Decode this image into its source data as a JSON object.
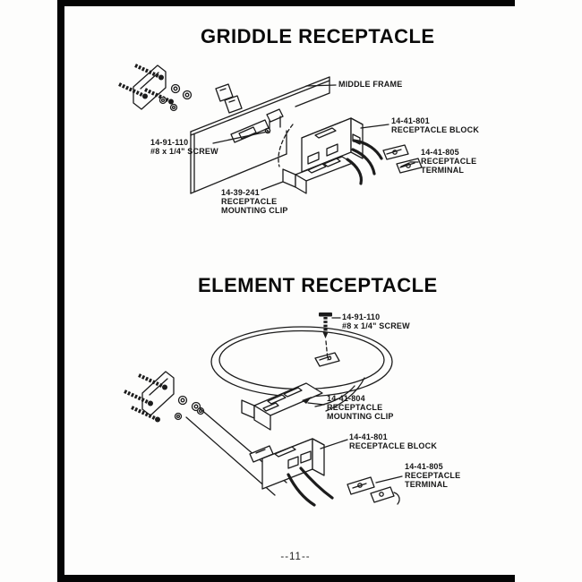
{
  "page": {
    "number": "--11--"
  },
  "colors": {
    "ink": "#1c1c1c",
    "paper": "#fdfdfc",
    "frame": "#050505"
  },
  "sections": [
    {
      "id": "griddle",
      "title": "GRIDDLE RECEPTACLE",
      "labels": [
        {
          "name": "middle-frame",
          "text": "MIDDLE FRAME"
        },
        {
          "name": "screw",
          "text": "14-91-110\n#8 x 1/4\" SCREW"
        },
        {
          "name": "receptacle-block",
          "text": "14-41-801\nRECEPTACLE BLOCK"
        },
        {
          "name": "receptacle-terminal",
          "text": "14-41-805\nRECEPTACLE\nTERMINAL"
        },
        {
          "name": "receptacle-mounting-clip",
          "text": "14-39-241\nRECEPTACLE\nMOUNTING CLIP"
        }
      ]
    },
    {
      "id": "element",
      "title": "ELEMENT RECEPTACLE",
      "labels": [
        {
          "name": "screw",
          "text": "14-91-110\n#8 x 1/4\" SCREW"
        },
        {
          "name": "receptacle-mounting-clip",
          "text": "14-41-804\nRECEPTACLE\nMOUNTING CLIP"
        },
        {
          "name": "receptacle-block",
          "text": "14-41-801\nRECEPTACLE BLOCK"
        },
        {
          "name": "receptacle-terminal",
          "text": "14-41-805\nRECEPTACLE\nTERMINAL"
        }
      ]
    }
  ]
}
